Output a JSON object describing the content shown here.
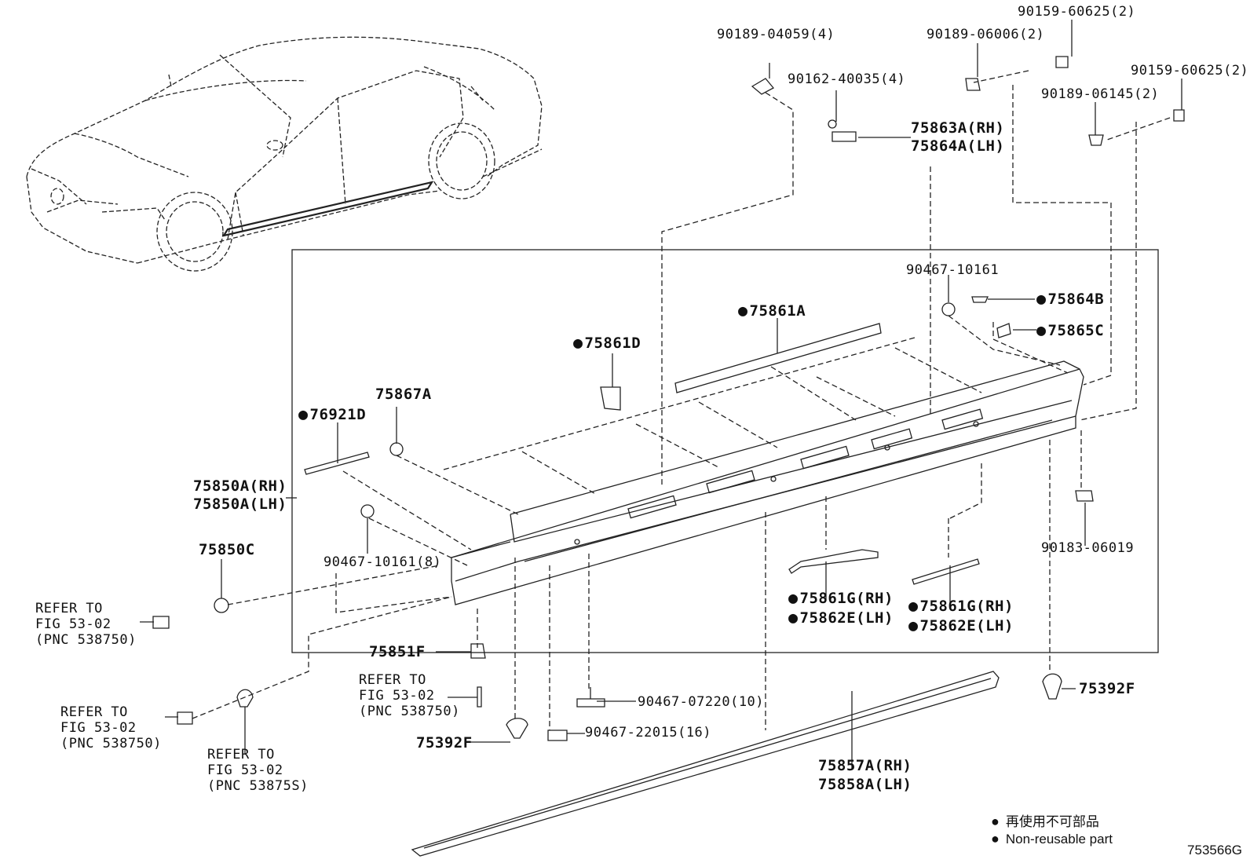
{
  "labels": {
    "p90159_60625_a": "90159-60625(2)",
    "p90189_04059": "90189-04059(4)",
    "p90189_06006": "90189-06006(2)",
    "p90162_40035": "90162-40035(4)",
    "p90159_60625_b": "90159-60625(2)",
    "p90189_06145": "90189-06145(2)",
    "p75863A": "75863A(RH)",
    "p75864A": "75864A(LH)",
    "p90467_10161": "90467-10161",
    "p75864B": "75864B",
    "p75865C": "75865C",
    "p75861A": "75861A",
    "p75861D": "75861D",
    "p76921D": "76921D",
    "p75867A": "75867A",
    "p75850A": "75850A(RH)",
    "p75860A": "75850A(LH)",
    "p90467_10161_8": "90467-10161(8)",
    "p75850C": "75850C",
    "refer1_a": "REFER TO",
    "refer1_b": "FIG 53-02",
    "refer1_c": "(PNC 538750)",
    "p75851F": "75851F",
    "refer2_a": "REFER TO",
    "refer2_b": "FIG 53-02",
    "refer2_c": "(PNC 538750)",
    "refer3_a": "REFER TO",
    "refer3_b": "FIG 53-02",
    "refer3_c": "(PNC 538750)",
    "refer4_a": "REFER TO",
    "refer4_b": "FIG 53-02",
    "refer4_c": "(PNC 53875S)",
    "p90467_07220": "90467-07220(10)",
    "p90467_22015": "90467-22015(16)",
    "p75392F_a": "75392F",
    "p75392F_b": "75392F",
    "p90183_06019": "90183-06019",
    "p75861G_a": "75861G(RH)",
    "p75862E_a": "75862E(LH)",
    "p75861G_b": "75861G(RH)",
    "p75862E_b": "75862E(LH)",
    "p75857A": "75857A(RH)",
    "p75858A": "75858A(LH)"
  },
  "legend": {
    "jp": "再使用不可部品",
    "en": "Non-reusable part",
    "bullet": "●"
  },
  "figure_code": "753566G"
}
